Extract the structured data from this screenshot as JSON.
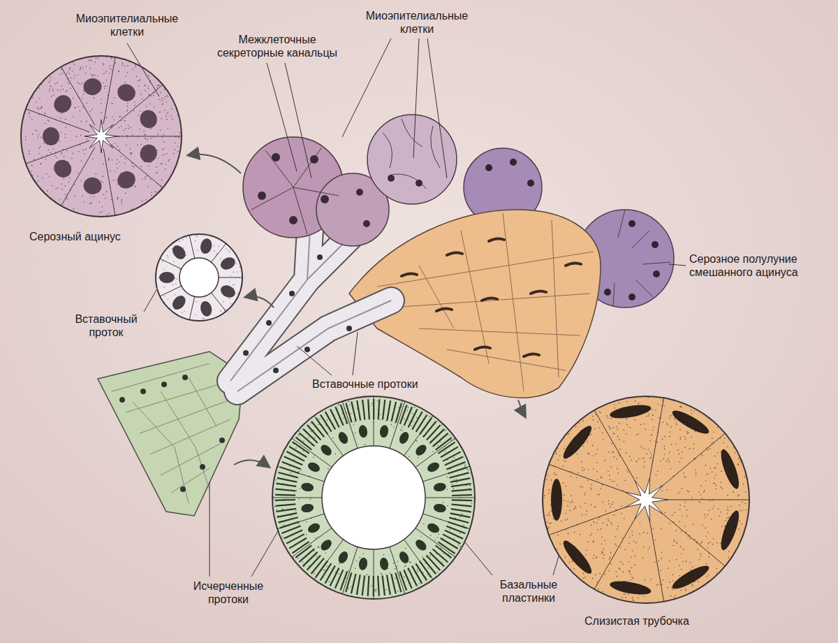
{
  "diagram": {
    "labels": [
      "Миоэпителиальные клетки",
      "Межклеточные секреторные канальцы",
      "Миоэпителиальные клетки",
      "Серозный ацинус",
      "Серозное полулуние смешанного ацинуса",
      "Вставочный проток",
      "Вставочные протоки",
      "Исчерченные протоки",
      "Базальные пластинки",
      "Слизистая трубочка"
    ]
  }
}
